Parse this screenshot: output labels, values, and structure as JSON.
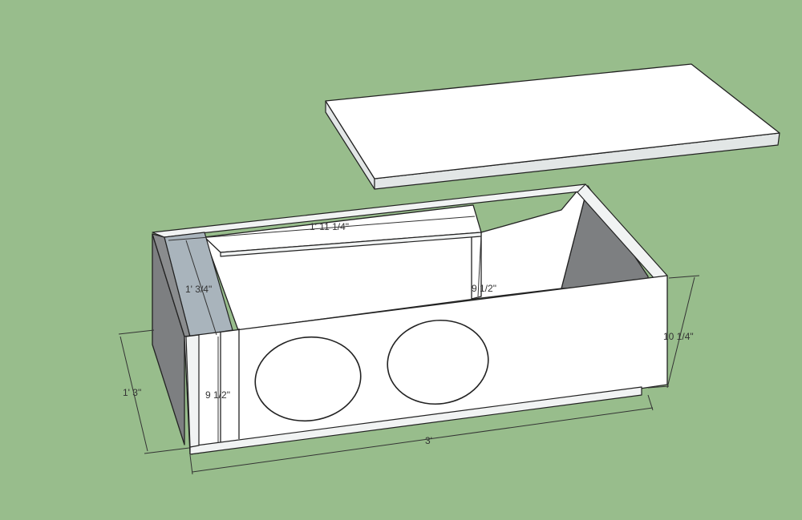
{
  "dimensions": {
    "inner_length": "1' 11 1/4\"",
    "inner_depth": "1' 3/4\"",
    "inner_height": "9 1/2\"",
    "port_height": "9 1/2\"",
    "outer_depth": "1' 3\"",
    "outer_height": "10 1/4\"",
    "outer_length": "3'"
  },
  "colors": {
    "background": "#98bd8c",
    "panel": "#ffffff",
    "interior_shadow": "#7d7f81",
    "selected_panel": "#a9b4bc"
  },
  "objects": {
    "lid": "lid-panel",
    "enclosure": "box-enclosure",
    "speaker_cutouts": 2
  }
}
